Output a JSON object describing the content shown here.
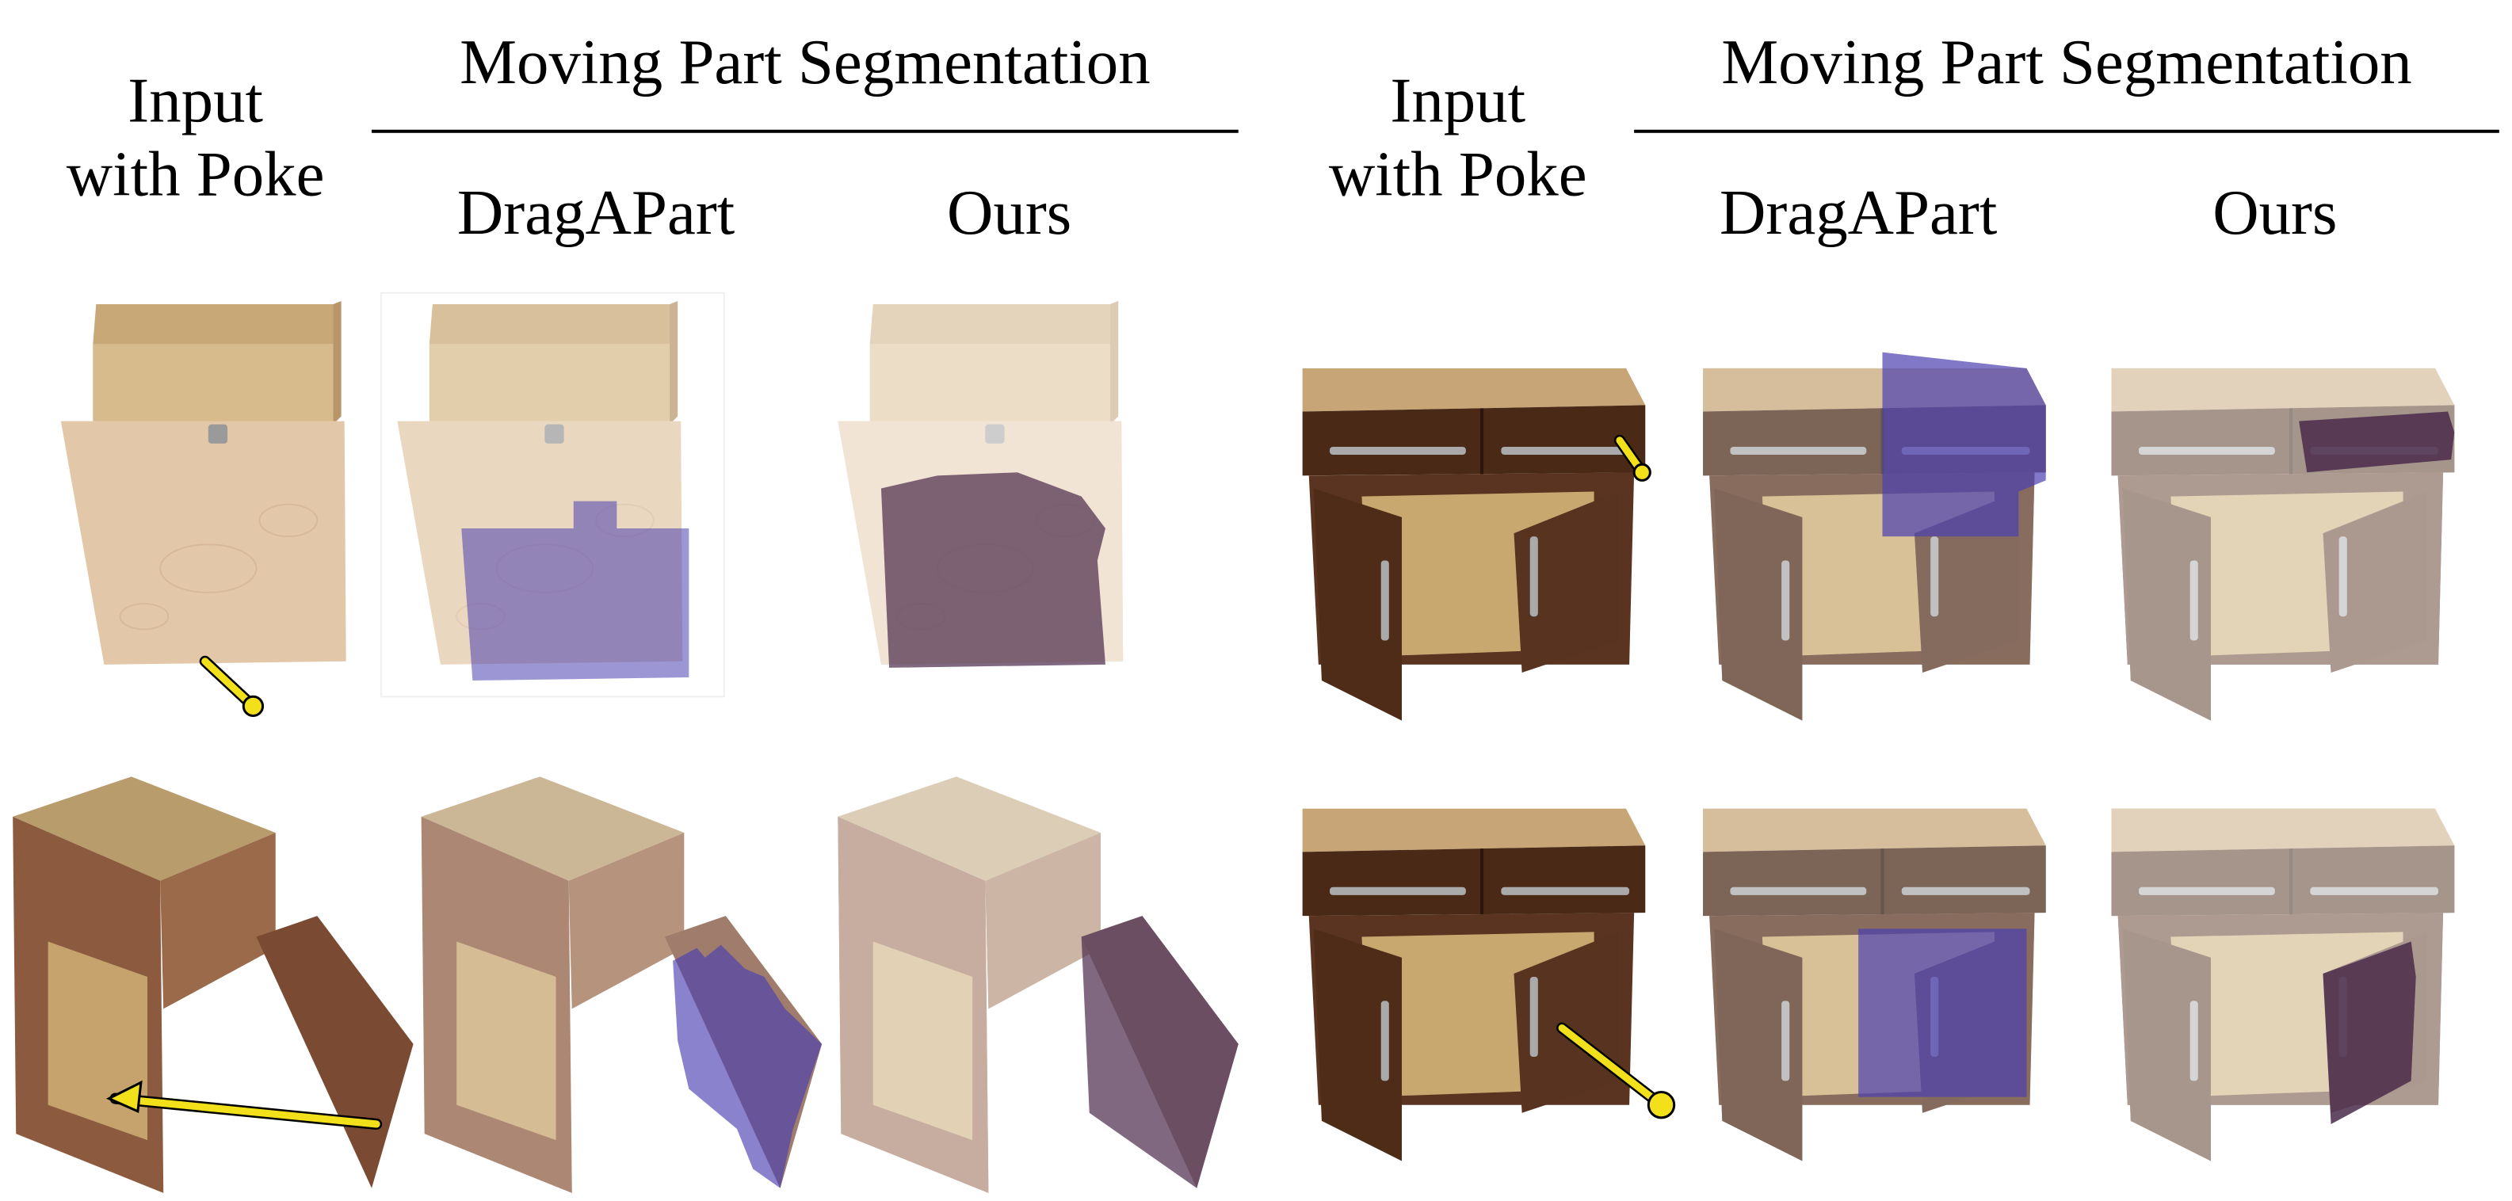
{
  "left_group": {
    "input_label_line1": "Input",
    "input_label_line2": "with Poke",
    "group_title": "Moving Part Segmentation",
    "col_dragapart": "DragAPart",
    "col_ours": "Ours"
  },
  "right_group": {
    "input_label_line1": "Input",
    "input_label_line2": "with Poke",
    "group_title": "Moving Part Segmentation",
    "col_dragapart": "DragAPart",
    "col_ours": "Ours"
  },
  "colors": {
    "poke_arrow": "#f2e11a",
    "dragapart_mask": "#4b3fb0",
    "ours_mask": "#4a2a4a"
  }
}
